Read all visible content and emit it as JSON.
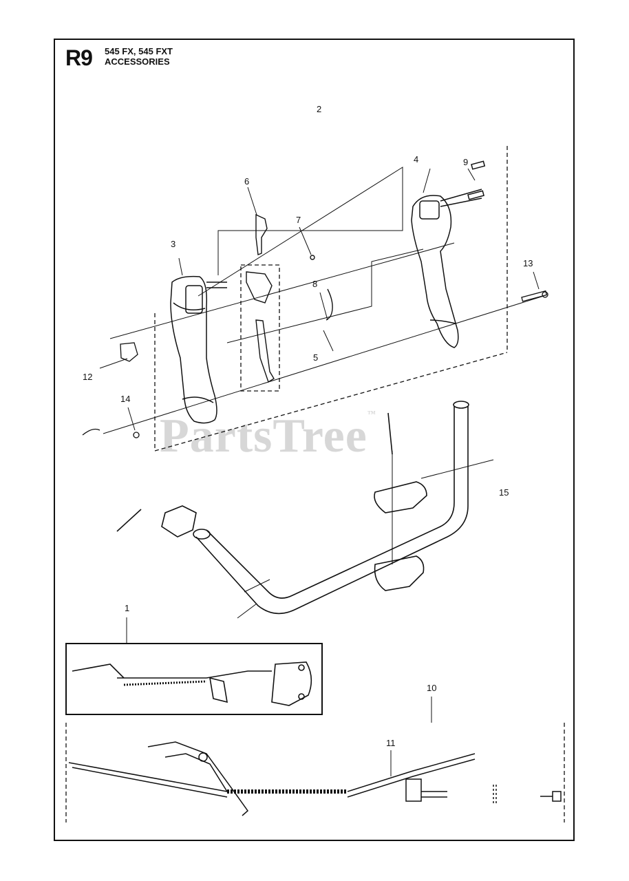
{
  "header": {
    "code": "R9",
    "model": "545 FX, 545 FXT",
    "section": "ACCESSORIES"
  },
  "watermark": {
    "text": "PartsTree",
    "mark": "™"
  },
  "callouts": [
    "1",
    "2",
    "3",
    "4",
    "5",
    "6",
    "7",
    "8",
    "9",
    "10",
    "11",
    "12",
    "13",
    "14",
    "15"
  ]
}
